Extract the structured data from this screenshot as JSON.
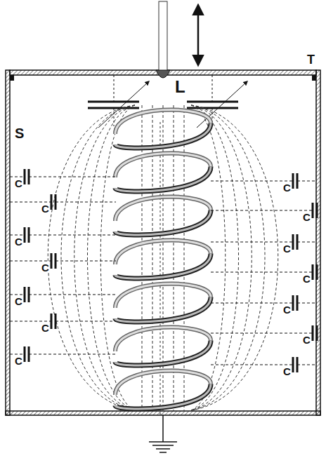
{
  "diagram": {
    "labels": [
      "S",
      "T",
      "L",
      "C",
      "C",
      "C",
      "C",
      "C",
      "C",
      "C",
      "C",
      "C",
      "C",
      "C",
      "C",
      "C",
      "C"
    ]
  }
}
